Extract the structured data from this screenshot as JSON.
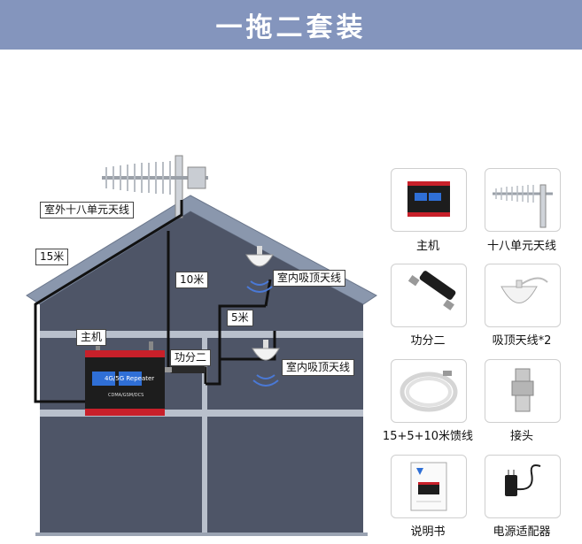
{
  "banner": {
    "title": "一拖二套装"
  },
  "diagram": {
    "outdoor_antenna_label": "室外十八单元天线",
    "cable_15": "15米",
    "cable_10": "10米",
    "cable_5": "5米",
    "indoor_antenna_label_1": "室内吸顶天线",
    "indoor_antenna_label_2": "室内吸顶天线",
    "host_label": "主机",
    "splitter_label": "功分二",
    "device_brand": "4G/5G Repeater",
    "device_sub": "CDMA/GSM/DCS"
  },
  "components": [
    {
      "caption": "主机",
      "icon": "repeater-unit-icon"
    },
    {
      "caption": "十八单元天线",
      "icon": "yagi-antenna-icon"
    },
    {
      "caption": "功分二",
      "icon": "splitter-icon"
    },
    {
      "caption": "吸顶天线*2",
      "icon": "ceiling-antenna-icon"
    },
    {
      "caption": "15+5+10米馈线",
      "icon": "coax-cable-icon"
    },
    {
      "caption": "接头",
      "icon": "connector-icon"
    },
    {
      "caption": "说明书",
      "icon": "manual-icon"
    },
    {
      "caption": "电源适配器",
      "icon": "power-adapter-icon"
    }
  ],
  "colors": {
    "banner": "#8495bd",
    "house_wall": "#4d5465",
    "roof_fill": "#7f8ea6",
    "device_accent": "#c8202a"
  }
}
